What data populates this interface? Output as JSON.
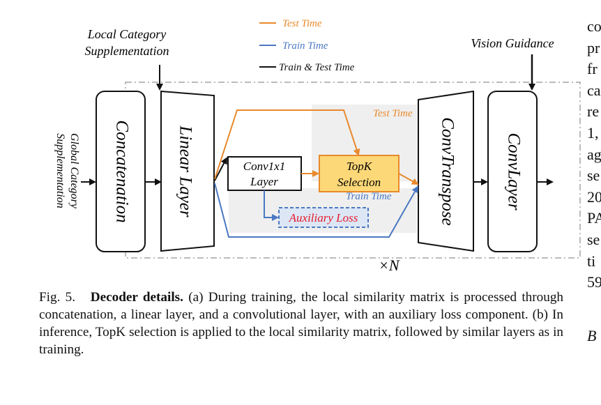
{
  "figure": {
    "legend": {
      "test_time": "Test Time",
      "train_time": "Train Time",
      "train_test_time": "Train & Test Time"
    },
    "inputs": {
      "local_line1": "Local Category",
      "local_line2": "Supplementation",
      "global_line1": "Global Category",
      "global_line2": "Supplementation",
      "vision": "Vision Guidance"
    },
    "blocks": {
      "concatenation": "Concatenation",
      "linear_layer": "Linear Layer",
      "conv1x1_line1": "Conv1x1",
      "conv1x1_line2": "Layer",
      "topk_line1": "TopK",
      "topk_line2": "Selection",
      "auxiliary_loss": "Auxiliary Loss",
      "conv_transpose": "ConvTranspose",
      "conv_layer": "ConvLayer"
    },
    "path_labels": {
      "test_time": "Test Time",
      "train_time": "Train Time",
      "repeat": "×N"
    },
    "colors": {
      "test_orange": "#E8892B",
      "train_blue": "#4A78C2",
      "topk_fill": "#FDD878",
      "aux_red": "#E8192B",
      "dashed_gray": "#BBBBBB",
      "shade_gray": "#EFEFEF"
    }
  },
  "caption": {
    "label": "Fig. 5.",
    "title": "Decoder details.",
    "text": "(a) During training, the local similarity matrix is processed through concatenation, a linear layer, and a convolutional layer, with an auxiliary loss component. (b) In inference, TopK selection is applied to the local similarity matrix, followed by similar layers as in training."
  },
  "side_text": {
    "lines": [
      "co",
      "pr",
      "fr",
      "ca",
      "re",
      "1,",
      "ag",
      "se",
      "20",
      "PA",
      "se",
      "ti",
      "59"
    ],
    "last": "B"
  }
}
